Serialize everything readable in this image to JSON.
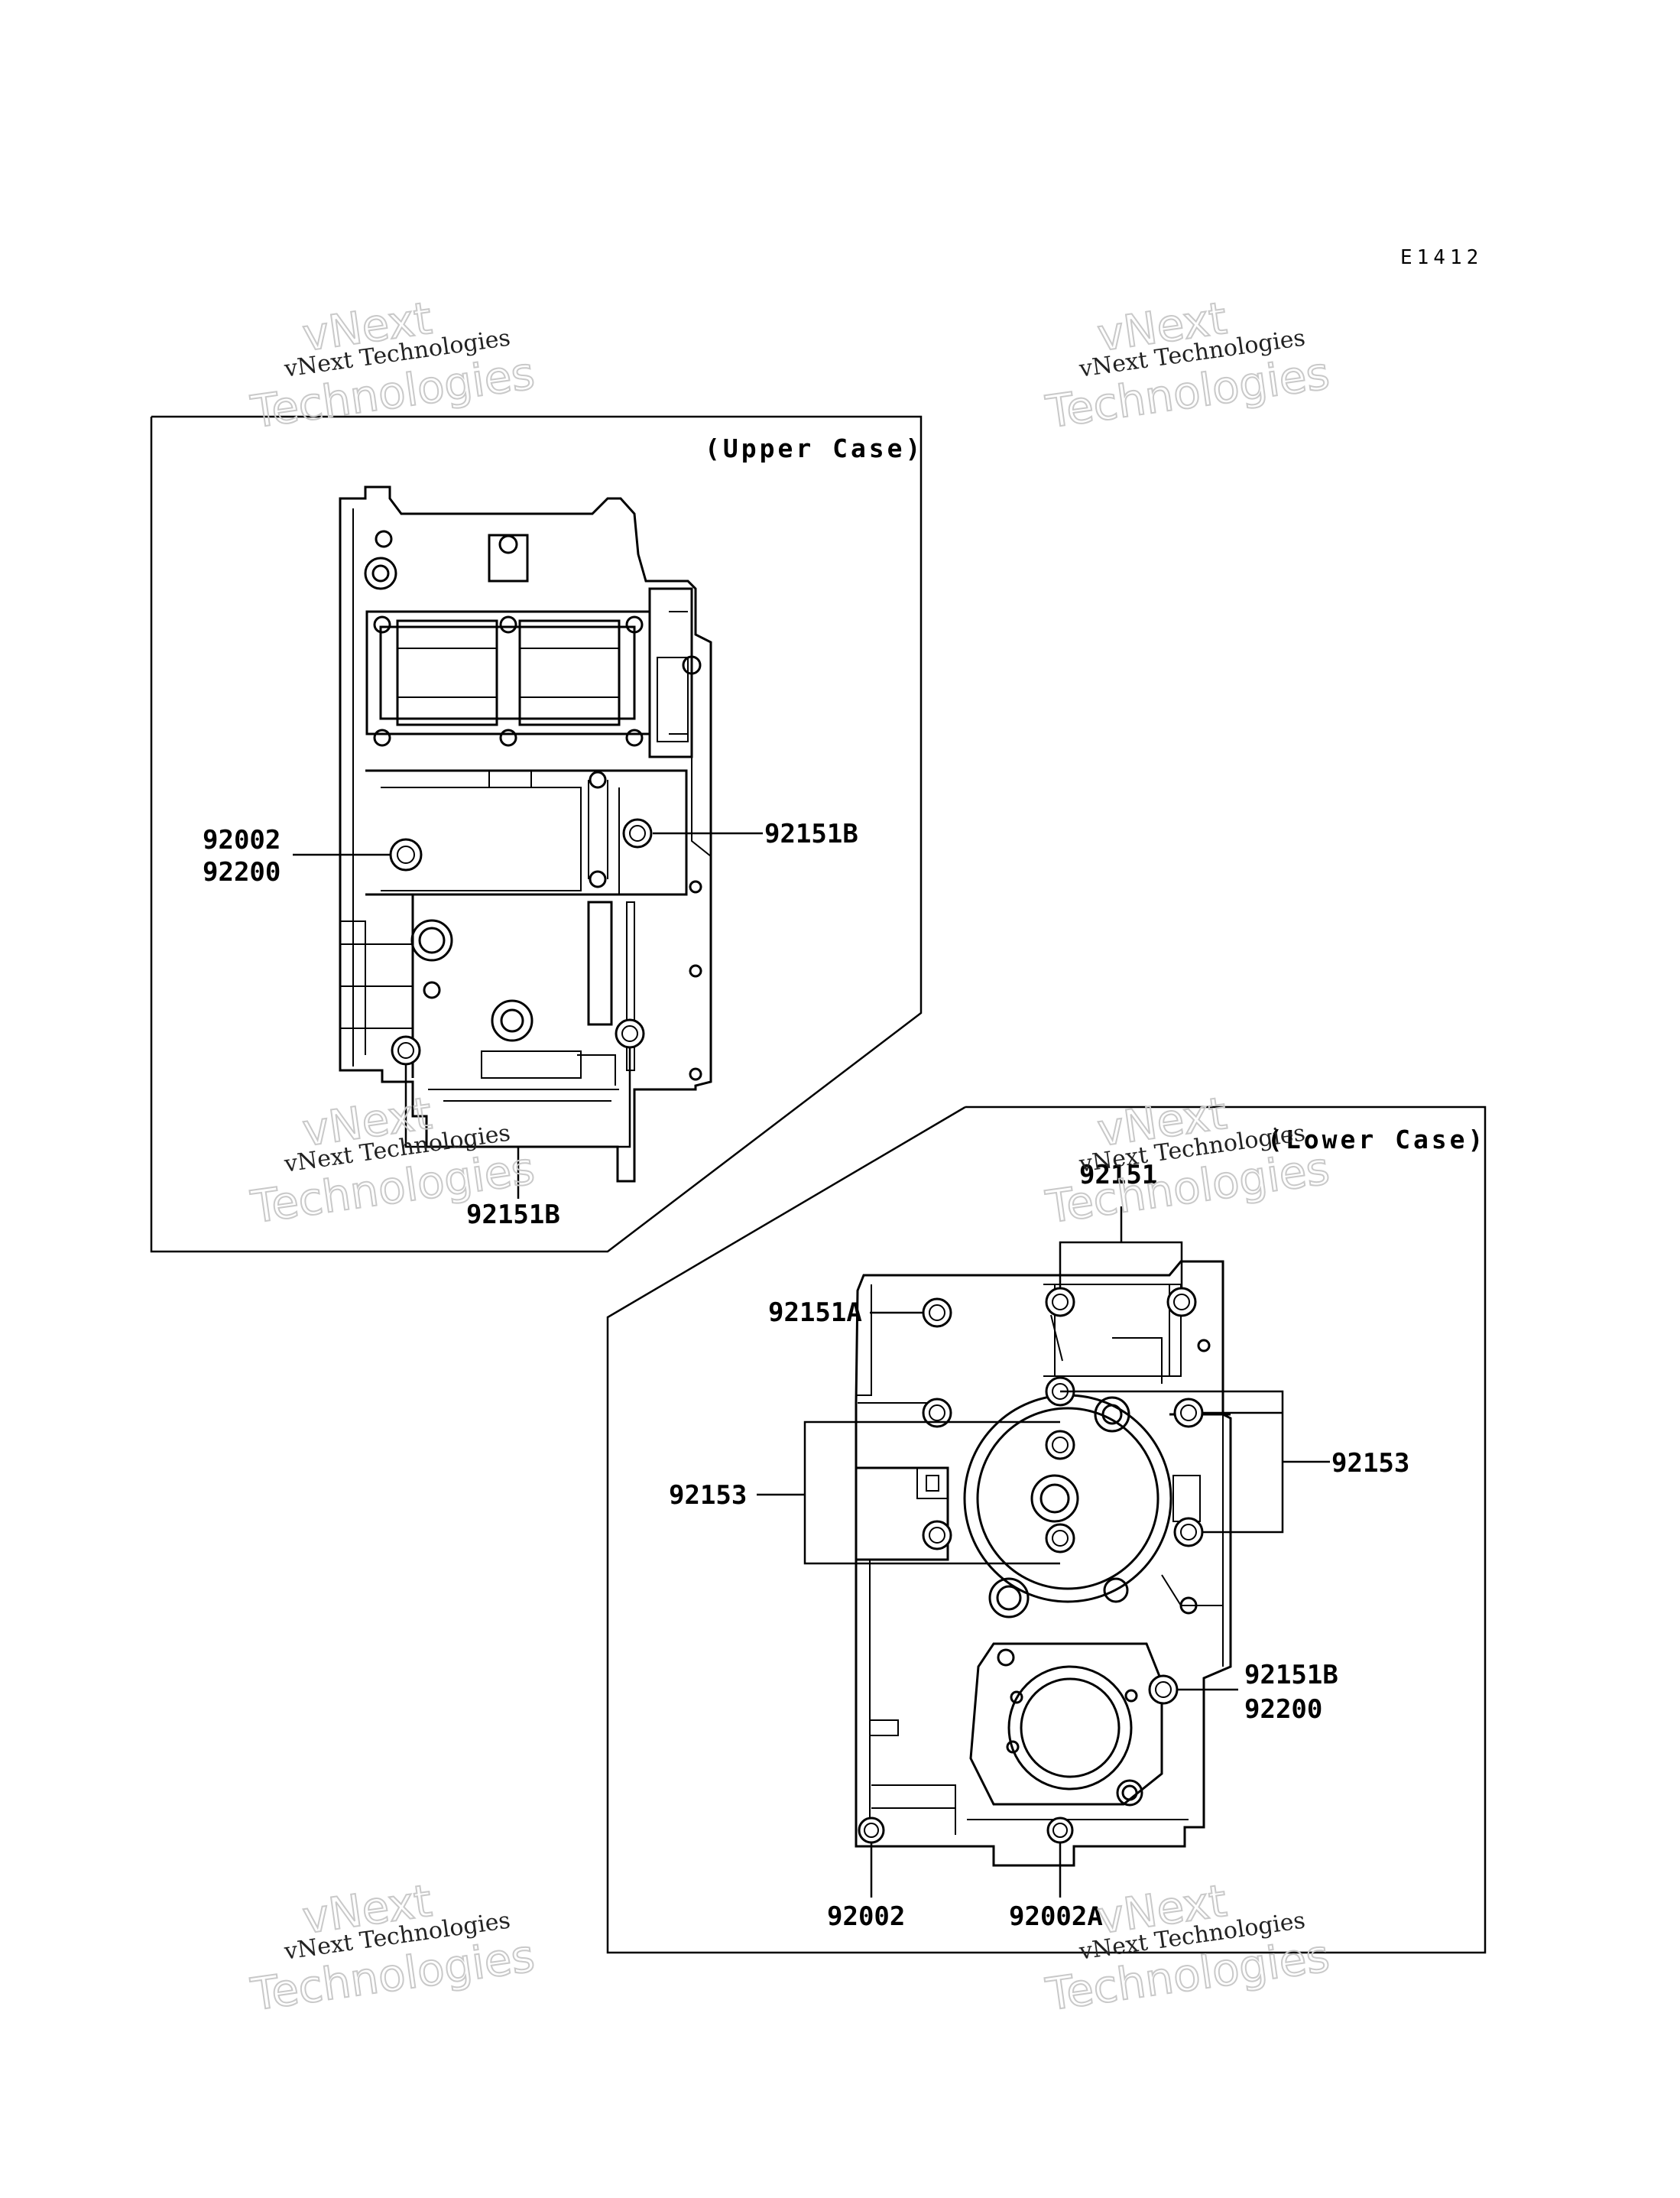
{
  "code": "E1412",
  "watermarks": {
    "small_text": "vNext Technologies",
    "big_text_top": "vNext",
    "big_text_bottom": "Technologies"
  },
  "upper_case": {
    "title": "(Upper Case)",
    "labels": [
      "92002",
      "92200",
      "92151B",
      "92151B"
    ]
  },
  "lower_case": {
    "title": "(Lower Case)",
    "labels": [
      "92151",
      "92151A",
      "92153",
      "92153",
      "92151B",
      "92200",
      "92002",
      "92002A"
    ]
  }
}
